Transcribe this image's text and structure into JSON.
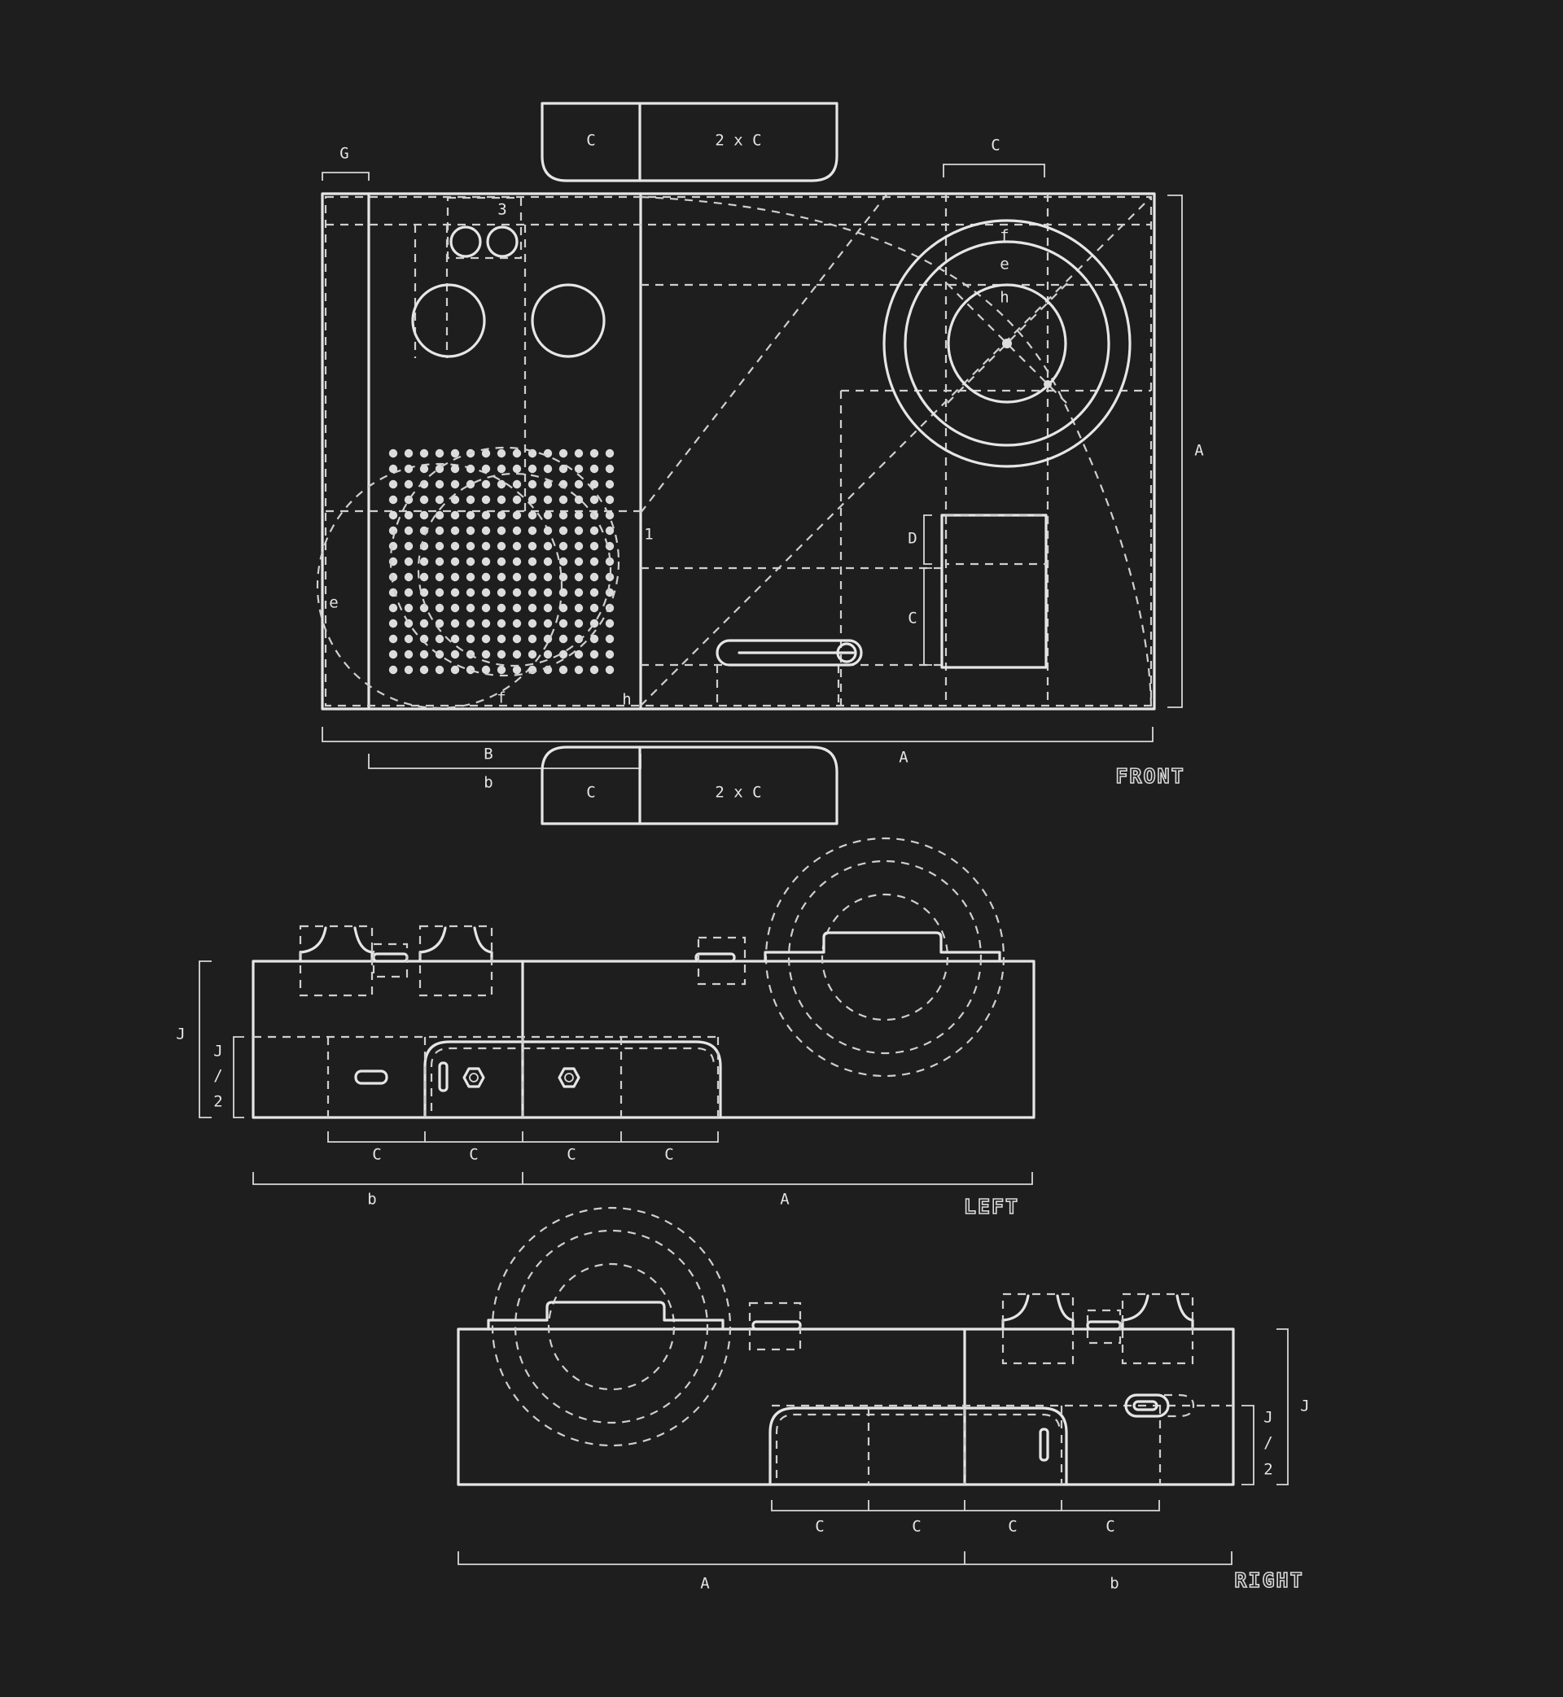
{
  "views": {
    "front": "FRONT",
    "left": "LEFT",
    "right": "RIGHT"
  },
  "front": {
    "top_tab_left": "C",
    "top_tab_right": "2 x C",
    "bottom_tab_left": "C",
    "bottom_tab_right": "2 x C",
    "dim_g": "G",
    "dim_c_top": "C",
    "dim_a_side": "A",
    "dim_b_upper": "B",
    "dim_b_lower": "b",
    "dim_a_bottom": "A",
    "small_3": "3",
    "small_1": "1",
    "grille_e": "e",
    "grille_f": "f",
    "grille_h": "h",
    "lens_f": "f",
    "lens_e": "e",
    "lens_h": "h",
    "dim_d": "D",
    "dim_c_mid": "C"
  },
  "left": {
    "dim_j": "J",
    "dim_j_half_top": "J",
    "dim_j_half_slash": "/",
    "dim_j_half_bottom": "2",
    "c1": "C",
    "c2": "C",
    "c3": "C",
    "c4": "C",
    "dim_b": "b",
    "dim_a": "A"
  },
  "right": {
    "dim_j": "J",
    "dim_j_half_top": "J",
    "dim_j_half_slash": "/",
    "dim_j_half_bottom": "2",
    "c1": "C",
    "c2": "C",
    "c3": "C",
    "c4": "C",
    "dim_a": "A",
    "dim_b": "b"
  }
}
